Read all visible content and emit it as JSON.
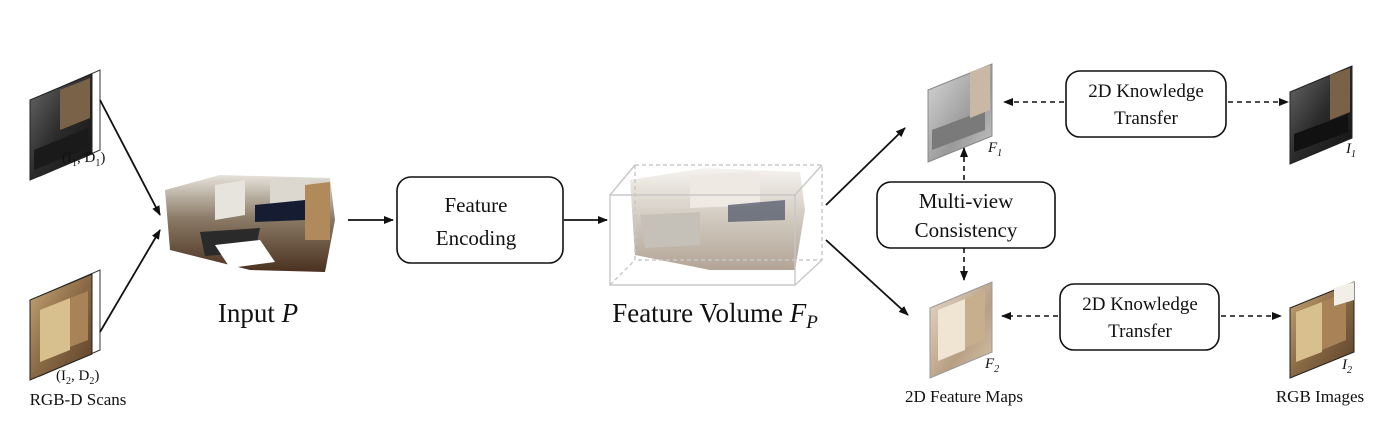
{
  "scans": {
    "scan1_label": "(I",
    "scan1_sub1": "1",
    "scan1_mid": ", D",
    "scan1_sub2": "1",
    "scan1_end": ")",
    "scan2_label": "(I",
    "scan2_sub1": "2",
    "scan2_mid": ", D",
    "scan2_sub2": "2",
    "scan2_end": ")",
    "caption": "RGB-D Scans"
  },
  "input": {
    "caption_text": "Input ",
    "caption_symbol": "P"
  },
  "encoding_box": {
    "line1": "Feature",
    "line2": "Encoding"
  },
  "volume": {
    "caption_text": "Feature Volume ",
    "caption_symbol": "F",
    "caption_sub": "P"
  },
  "multiview_box": {
    "line1": "Multi-view",
    "line2": "Consistency"
  },
  "feature_maps": {
    "f1": "F",
    "f1_sub": "1",
    "f2": "F",
    "f2_sub": "2",
    "caption": "2D Feature Maps"
  },
  "transfer_top": {
    "line1": "2D Knowledge",
    "line2": "Transfer"
  },
  "transfer_bottom": {
    "line1": "2D Knowledge",
    "line2": "Transfer"
  },
  "rgb_images": {
    "i1": "I",
    "i1_sub": "1",
    "i2": "I",
    "i2_sub": "2",
    "caption": "RGB Images"
  },
  "colors": {
    "dark_room": "#2a2a2a",
    "wood": "#8a6a45",
    "floor": "#5a3e28",
    "wall": "#d8d4cc",
    "box_stroke": "#111111"
  }
}
